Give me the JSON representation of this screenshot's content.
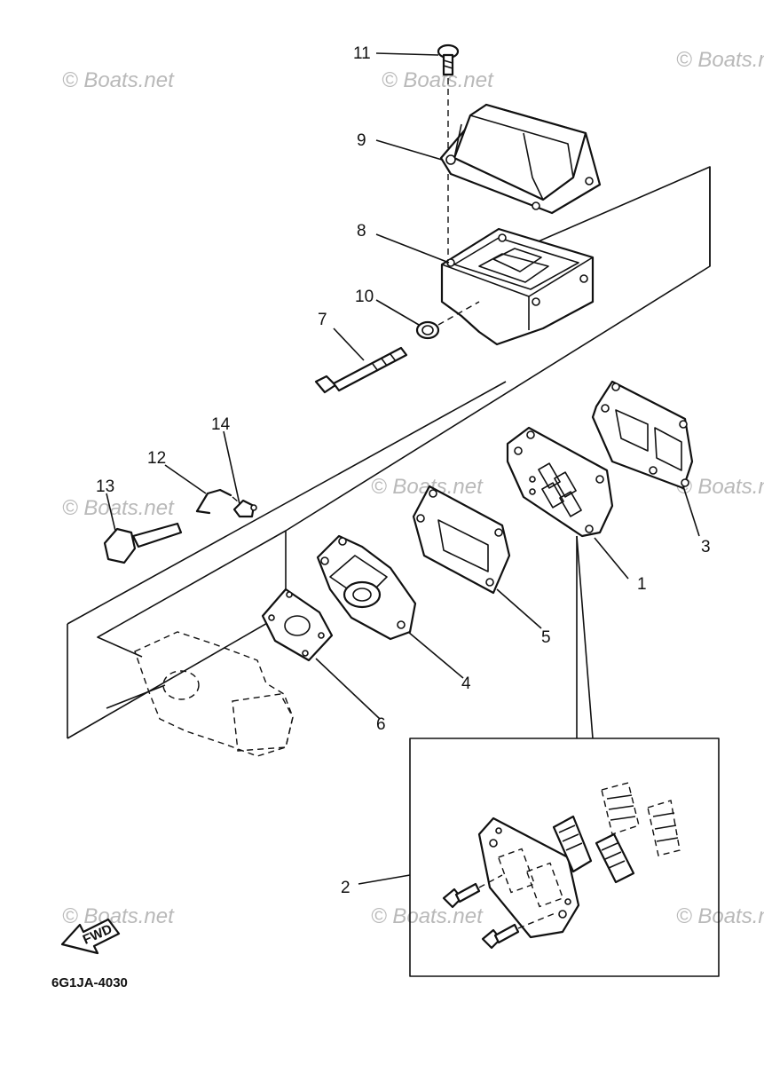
{
  "watermark": "© Boats.net",
  "diagram_code": "6G1JA-4030",
  "fwd_label": "FWD",
  "parts": [
    {
      "key": "p1",
      "label": "1"
    },
    {
      "key": "p2",
      "label": "2"
    },
    {
      "key": "p3",
      "label": "3"
    },
    {
      "key": "p4",
      "label": "4"
    },
    {
      "key": "p5",
      "label": "5"
    },
    {
      "key": "p6",
      "label": "6"
    },
    {
      "key": "p7",
      "label": "7"
    },
    {
      "key": "p8",
      "label": "8"
    },
    {
      "key": "p9",
      "label": "9"
    },
    {
      "key": "p10",
      "label": "10"
    },
    {
      "key": "p11",
      "label": "11"
    },
    {
      "key": "p12",
      "label": "12"
    },
    {
      "key": "p13",
      "label": "13"
    },
    {
      "key": "p14",
      "label": "14"
    }
  ]
}
